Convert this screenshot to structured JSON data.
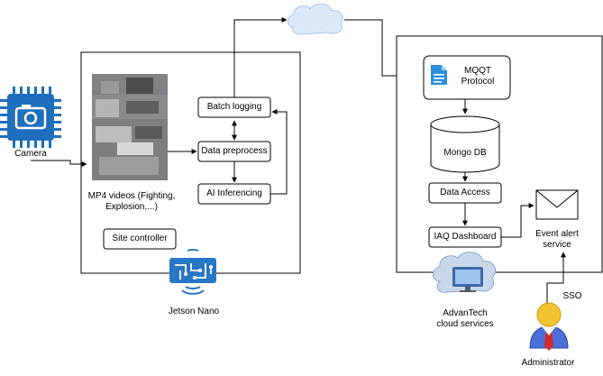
{
  "left_device": {
    "camera_label": "Camera",
    "videos_label_line1": "MP4 videos (Fighting,",
    "videos_label_line2": "Explosion,...)",
    "batch_logging": "Batch logging",
    "data_preprocess": "Data preprocess",
    "ai_inferencing": "AI Inferencing",
    "site_controller": "Site controller",
    "device_label": "Jetson Nano"
  },
  "cloud": {
    "mqtt_line1": "MQQT",
    "mqtt_line2": "Protocol",
    "mongo_db": "Mongo DB",
    "data_access": "Data Access",
    "iaq_dashboard": "IAQ Dashboard",
    "event_alert_line1": "Event alert",
    "event_alert_line2": "service",
    "services_line1": "AdvanTech",
    "services_line2": "cloud services"
  },
  "admin": {
    "sso_label": "SSO",
    "administrator_label": "Administrator"
  },
  "colors": {
    "chip_blue": "#1f6fbd",
    "icon_blue": "#2a76c6",
    "cloud_fill": "#dbe9fb",
    "cloud_stroke": "#a9c8f0",
    "doc_icon": "#2d8fe0",
    "admin_head": "#f4c430",
    "admin_body": "#4a6fd8"
  }
}
